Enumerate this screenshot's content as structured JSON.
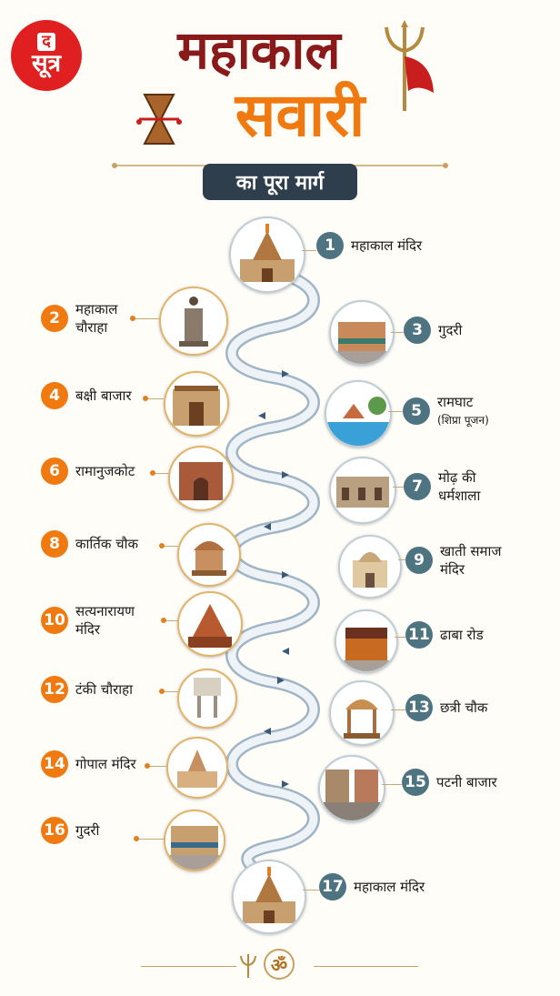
{
  "logo": {
    "top": "द",
    "bottom": "सूत्र"
  },
  "title": {
    "line1": "महाकाल",
    "line2": "सवारी",
    "subtitle": "का पूरा मार्ग"
  },
  "stops": [
    {
      "num": "1",
      "name": "महाकाल मंदिर",
      "sub": ""
    },
    {
      "num": "2",
      "name": "महाकाल",
      "sub": "चौराहा"
    },
    {
      "num": "3",
      "name": "गुदरी",
      "sub": ""
    },
    {
      "num": "4",
      "name": "बक्षी बाजार",
      "sub": ""
    },
    {
      "num": "5",
      "name": "रामघाट",
      "sub": "(शिप्रा पूजन)"
    },
    {
      "num": "6",
      "name": "रामानुजकोट",
      "sub": ""
    },
    {
      "num": "7",
      "name": "मोढ़ की",
      "sub": "धर्मशाला"
    },
    {
      "num": "8",
      "name": "कार्तिक चौक",
      "sub": ""
    },
    {
      "num": "9",
      "name": "खाती समाज",
      "sub": "मंदिर"
    },
    {
      "num": "10",
      "name": "सत्यनारायण",
      "sub": "मंदिर"
    },
    {
      "num": "11",
      "name": "ढाबा रोड",
      "sub": ""
    },
    {
      "num": "12",
      "name": "टंकी चौराहा",
      "sub": ""
    },
    {
      "num": "13",
      "name": "छत्री चौक",
      "sub": ""
    },
    {
      "num": "14",
      "name": "गोपाल मंदिर",
      "sub": ""
    },
    {
      "num": "15",
      "name": "पटनी बाजार",
      "sub": ""
    },
    {
      "num": "16",
      "name": "गुदरी",
      "sub": ""
    },
    {
      "num": "17",
      "name": "महाकाल मंदिर",
      "sub": ""
    }
  ],
  "icons": [
    "trident-icon",
    "damru-icon",
    "om-icon"
  ],
  "footer": {
    "symbol": "ॐ"
  },
  "colors": {
    "maroon": "#8a1a1a",
    "saffron": "#f07a10",
    "slate": "#2f3e4c",
    "teal": "#4d7480"
  }
}
